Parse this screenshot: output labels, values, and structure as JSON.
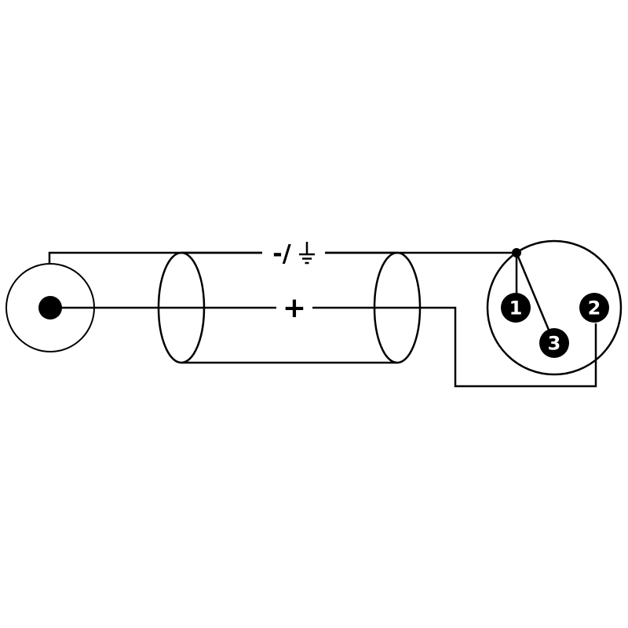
{
  "diagram": {
    "type": "audio-cable-wiring",
    "left_connector": "rca-plug",
    "right_connector": "xlr-male",
    "colors": {
      "line": "#000000",
      "background": "#ffffff",
      "cable_fill": "#ffffff",
      "pin_fill": "#000000",
      "pin_text": "#ffffff"
    }
  },
  "labels": {
    "shield": "-/",
    "shield_icon": "earth-ground",
    "positive": "+"
  },
  "xlr": {
    "pins": [
      {
        "number": "1"
      },
      {
        "number": "2"
      },
      {
        "number": "3"
      }
    ]
  },
  "connections": [
    {
      "wire": "shield-ground",
      "label": "-/earth",
      "to_pins": [
        "1",
        "3"
      ]
    },
    {
      "wire": "positive",
      "label": "+",
      "to_pins": [
        "2"
      ]
    }
  ]
}
